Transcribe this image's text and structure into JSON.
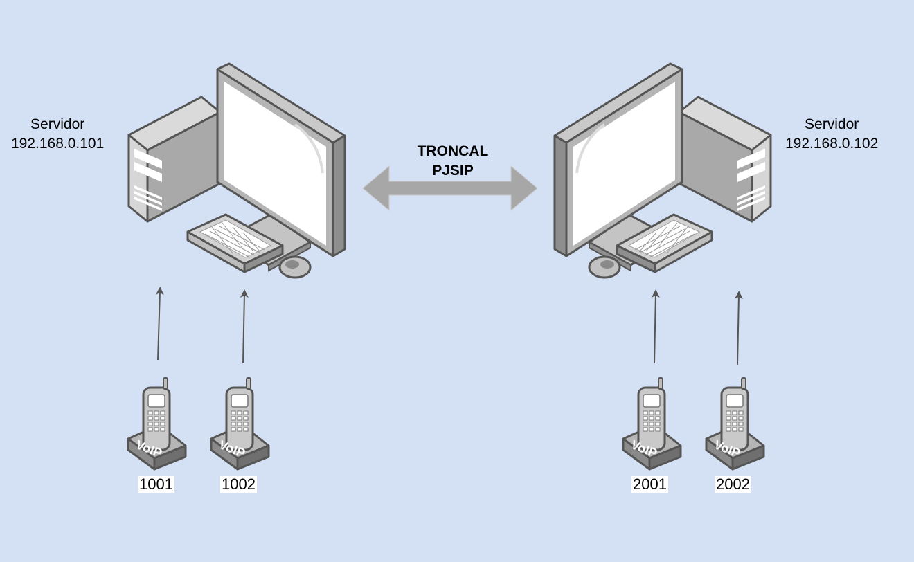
{
  "servers": [
    {
      "id": "left",
      "name": "Servidor",
      "ip": "192.168.0.101"
    },
    {
      "id": "right",
      "name": "Servidor",
      "ip": "192.168.0.102"
    }
  ],
  "trunk": {
    "line1": "TRONCAL",
    "line2": "PJSIP"
  },
  "phones": [
    {
      "extension": "1001",
      "badge": "VoIP"
    },
    {
      "extension": "1002",
      "badge": "VoIP"
    },
    {
      "extension": "2001",
      "badge": "VoIP"
    },
    {
      "extension": "2002",
      "badge": "VoIP"
    }
  ],
  "colors": {
    "background": "#d4e1f4",
    "device_dark": "#5e5e5e",
    "device_mid": "#a8a8a8",
    "device_light": "#c9c9c9",
    "trunk_arrow": "#a7a7a7",
    "connector": "#555555"
  }
}
